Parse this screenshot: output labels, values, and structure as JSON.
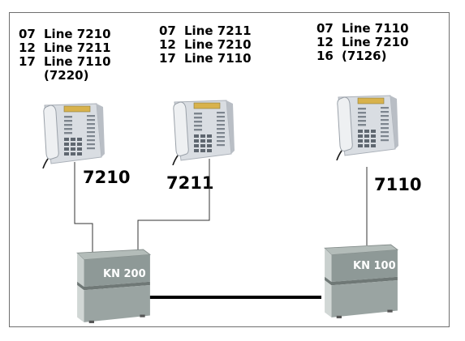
{
  "phones": [
    {
      "extension": "7210",
      "lines": [
        {
          "code": "07",
          "label": "Line 7210"
        },
        {
          "code": "12",
          "label": "Line 7211"
        },
        {
          "code": "17",
          "label": "Line 7110"
        },
        {
          "code": "",
          "label": "(7220)"
        }
      ]
    },
    {
      "extension": "7211",
      "lines": [
        {
          "code": "07",
          "label": "Line 7211"
        },
        {
          "code": "12",
          "label": "Line 7210"
        },
        {
          "code": "17",
          "label": "Line 7110"
        }
      ]
    },
    {
      "extension": "7110",
      "lines": [
        {
          "code": "07",
          "label": "Line 7110"
        },
        {
          "code": "12",
          "label": "Line 7210"
        },
        {
          "code": "16",
          "label": "(7126)"
        }
      ]
    }
  ],
  "switches": [
    {
      "label": "KN 200"
    },
    {
      "label": "KN 100"
    }
  ]
}
